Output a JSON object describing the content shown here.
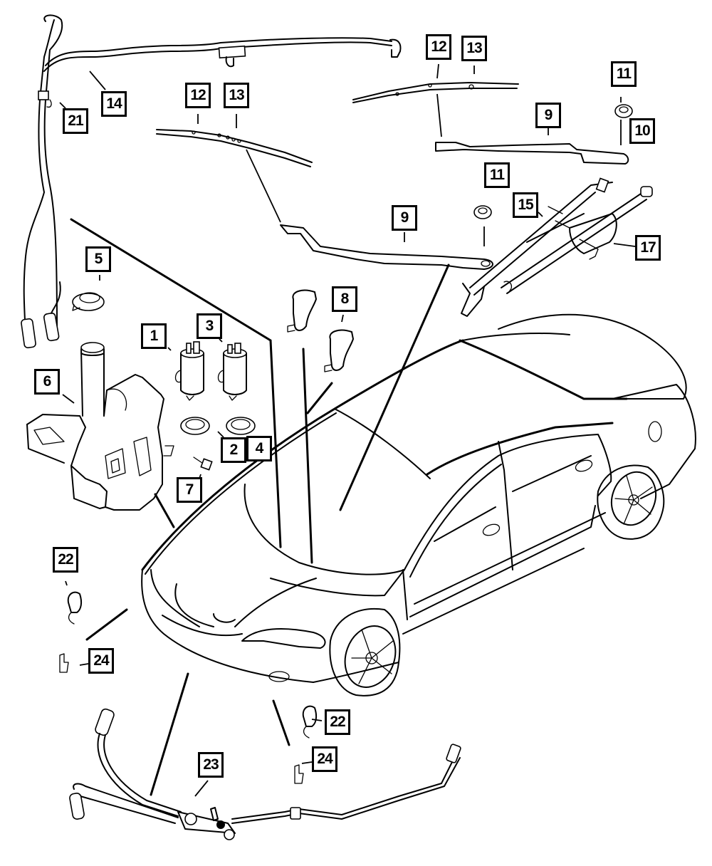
{
  "diagram": {
    "title": "Windshield Wiper and Washer System - Exploded Parts View",
    "line_color": "#000000",
    "background_color": "#ffffff"
  },
  "callouts": [
    {
      "id": "c1",
      "label": "1",
      "part": "washer-pump-front"
    },
    {
      "id": "c2",
      "label": "2",
      "part": "pump-grommet"
    },
    {
      "id": "c3",
      "label": "3",
      "part": "washer-pump-rear"
    },
    {
      "id": "c4",
      "label": "4",
      "part": "pump-grommet"
    },
    {
      "id": "c5",
      "label": "5",
      "part": "reservoir-cap"
    },
    {
      "id": "c6",
      "label": "6",
      "part": "washer-reservoir"
    },
    {
      "id": "c7",
      "label": "7",
      "part": "reservoir-screw"
    },
    {
      "id": "c8",
      "label": "8",
      "part": "washer-nozzle"
    },
    {
      "id": "c9a",
      "label": "9",
      "part": "wiper-arm-right"
    },
    {
      "id": "c9b",
      "label": "9",
      "part": "wiper-arm-left"
    },
    {
      "id": "c10",
      "label": "10",
      "part": "pivot-cap"
    },
    {
      "id": "c11a",
      "label": "11",
      "part": "pivot-nut-right"
    },
    {
      "id": "c11b",
      "label": "11",
      "part": "pivot-nut-left"
    },
    {
      "id": "c12a",
      "label": "12",
      "part": "wiper-blade-left"
    },
    {
      "id": "c13a",
      "label": "13",
      "part": "blade-insert-left"
    },
    {
      "id": "c12b",
      "label": "12",
      "part": "wiper-blade-right"
    },
    {
      "id": "c13b",
      "label": "13",
      "part": "blade-insert-right"
    },
    {
      "id": "c14",
      "label": "14",
      "part": "washer-hose-upper"
    },
    {
      "id": "c15",
      "label": "15",
      "part": "wiper-linkage"
    },
    {
      "id": "c17",
      "label": "17",
      "part": "wiper-motor"
    },
    {
      "id": "c21",
      "label": "21",
      "part": "hose-clip"
    },
    {
      "id": "c22a",
      "label": "22",
      "part": "headlamp-washer-nozzle-left"
    },
    {
      "id": "c22b",
      "label": "22",
      "part": "headlamp-washer-nozzle-right"
    },
    {
      "id": "c23",
      "label": "23",
      "part": "washer-hose-lower"
    },
    {
      "id": "c24a",
      "label": "24",
      "part": "nozzle-clip-left"
    },
    {
      "id": "c24b",
      "label": "24",
      "part": "nozzle-clip-right"
    }
  ]
}
